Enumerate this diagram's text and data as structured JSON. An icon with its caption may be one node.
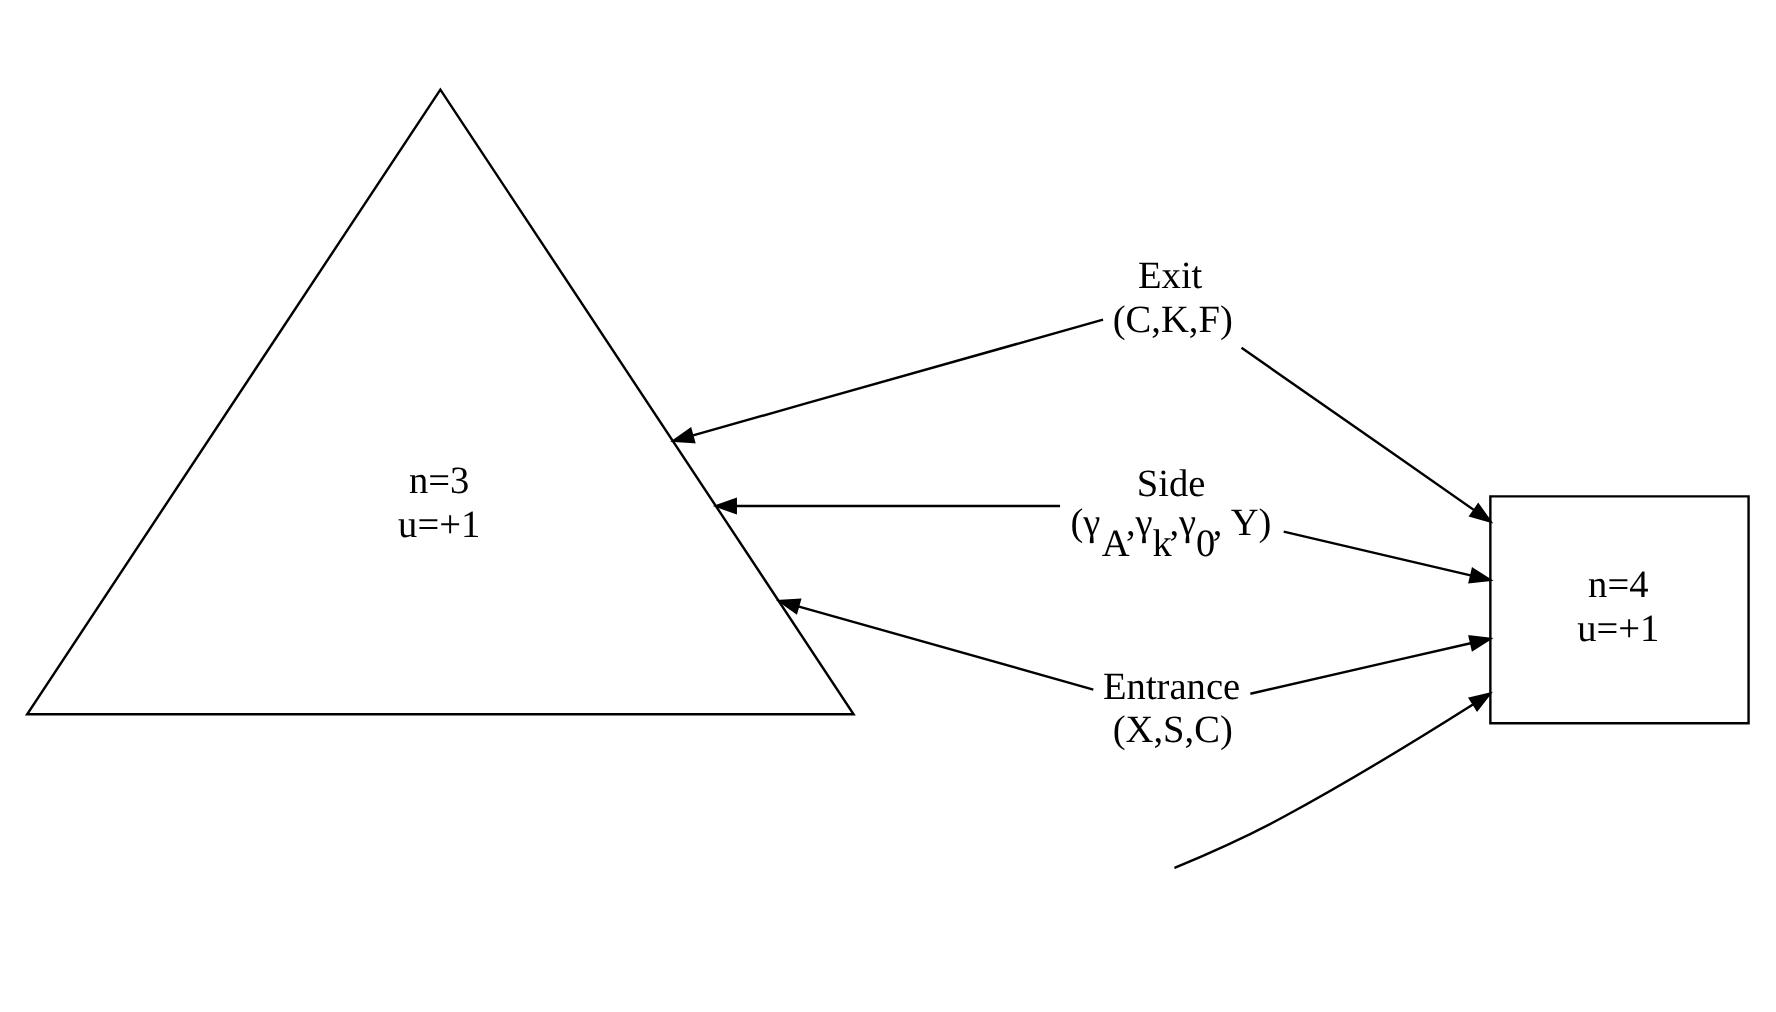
{
  "diagram": {
    "nodes": [
      {
        "text": [
          "Exit",
          "(C,K,F)"
        ]
      },
      {
        "text": [
          "n=3",
          "u=+1"
        ]
      },
      {
        "text": [
          "Side",
          "(γ$_{A}$,γ$_{k}$,γ$_{0}$, Y)"
        ]
      },
      {
        "text": [
          "n=4",
          "u=+1"
        ]
      },
      {
        "text": [
          "Entrance",
          "(X,S,C)"
        ]
      }
    ],
    "edges": [
      {
        "from": 0,
        "to": 1,
        "arrow": "to"
      },
      {
        "from": 0,
        "to": 3,
        "arrow": "to"
      },
      {
        "from": 2,
        "to": 1,
        "arrow": "to"
      },
      {
        "from": 2,
        "to": 3,
        "arrow": "to"
      },
      {
        "from": null,
        "to": 3,
        "arrow": "to"
      },
      {
        "from": 4,
        "to": 1,
        "arrow": "to"
      },
      {
        "from": 4,
        "to": 3,
        "arrow": "to"
      }
    ]
  }
}
